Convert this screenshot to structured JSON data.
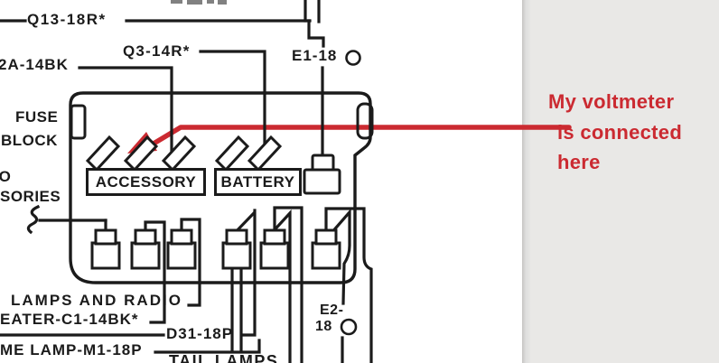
{
  "colors": {
    "ink": "#1b1b1b",
    "annotation_red": "#cb2a31",
    "panel_gray": "#e9e8e6"
  },
  "labels": {
    "q13": "Q13-18R*",
    "q3": "Q3-14R*",
    "d2a": "2A-14BK",
    "e1": "E1-18",
    "fuse_line1": "FUSE",
    "fuse_line2": "BLOCK",
    "to_fragment": "TO",
    "accessories_fragment": "SORIES",
    "accessory": "ACCESSORY",
    "battery": "BATTERY",
    "lamps_radio": "LAMPS AND RADIO",
    "heater": "EATER-C1-14BK*",
    "d31": "D31-18P",
    "dome_lamp": "ME LAMP-M1-18P",
    "tail_lamps": "TAIL LAMPS",
    "e2_line1": "E2-",
    "e2_line2": "18"
  },
  "annotation": {
    "line1": "My voltmeter",
    "line2": "is connected",
    "line3": "here"
  }
}
